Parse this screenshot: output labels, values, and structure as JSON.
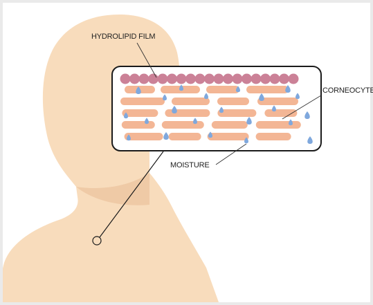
{
  "labels": {
    "hydrolipid": "HYDROLIPID FILM",
    "corneocyte": "CORNEOCYTE",
    "moisture": "MOISTURE"
  },
  "colors": {
    "skin": "#f8dcbc",
    "skin_shadow": "#efcaa6",
    "lipid": "#cb8197",
    "cell": "#f3b695",
    "water": "#7fa8dd",
    "outline": "#1a1a1a",
    "background": "#eaeaea"
  }
}
